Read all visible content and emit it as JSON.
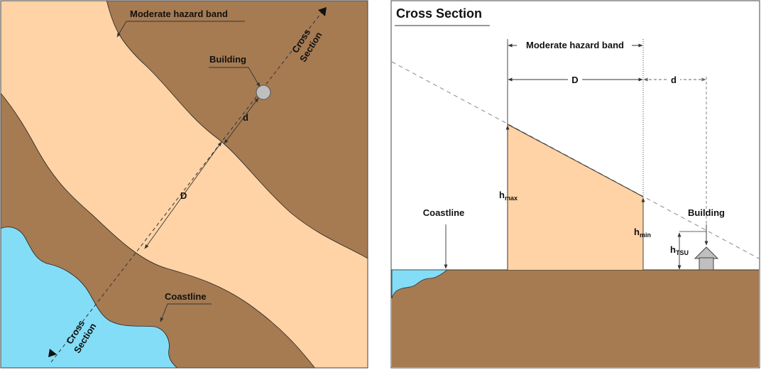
{
  "colors": {
    "land": "#A67B52",
    "hazard_band": "#FFD3A5",
    "water": "#84DDF7",
    "building": "#BFBFBF",
    "line": "#333333",
    "dashed_line": "#888888"
  },
  "plan_view": {
    "labels": {
      "hazard_band": "Moderate hazard band",
      "building": "Building",
      "coastline": "Coastline",
      "distance_D": "D",
      "distance_d": "d",
      "cross_section_top_line1": "Cross",
      "cross_section_top_line2": "Section",
      "cross_section_bottom_line1": "Cross",
      "cross_section_bottom_line2": "Section"
    },
    "icons": {
      "building": "circle-marker-icon",
      "section_arrow": "triangle-arrow-icon"
    }
  },
  "cross_section": {
    "title": "Cross Section",
    "labels": {
      "hazard_band": "Moderate hazard band",
      "distance_D": "D",
      "distance_d": "d",
      "coastline": "Coastline",
      "building": "Building",
      "h_max_main": "h",
      "h_max_sub": "max",
      "h_min_main": "h",
      "h_min_sub": "min",
      "h_tsu_main": "h",
      "h_tsu_sub": "TSU"
    },
    "icons": {
      "building": "house-icon"
    }
  }
}
